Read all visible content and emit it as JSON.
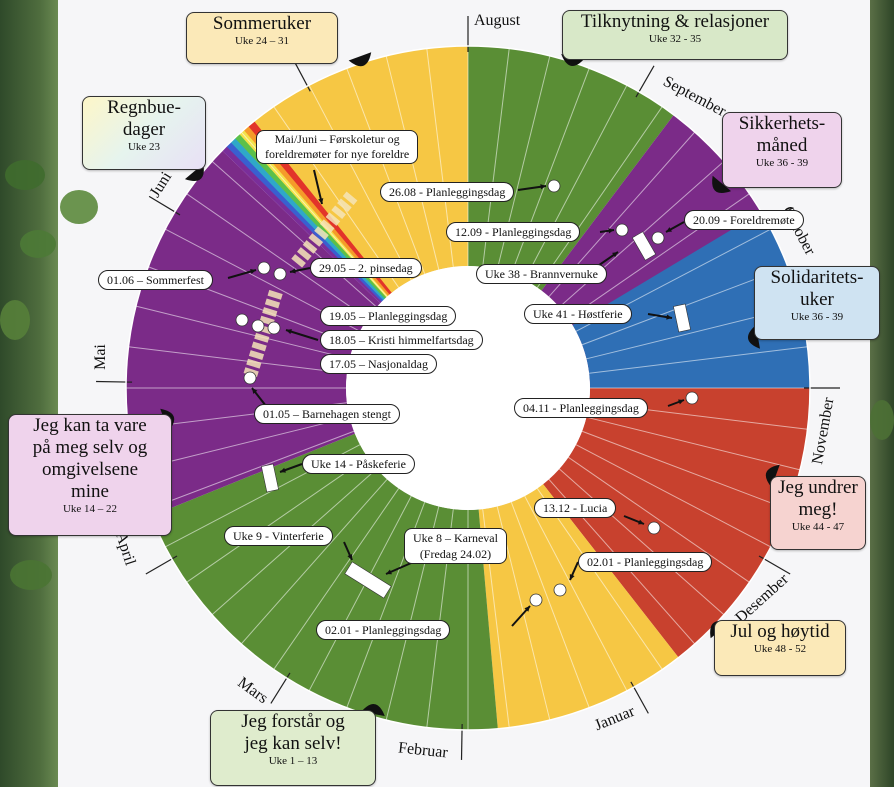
{
  "colors": {
    "yellow": "#f6c744",
    "green": "#5a8e35",
    "purple": "#7b2b88",
    "blue": "#2f6fb5",
    "red": "#c8412e",
    "rainbow": [
      "#7a2e9a",
      "#3a5fd0",
      "#2fa8c8",
      "#5cc04a",
      "#f4e24a",
      "#f59b2a",
      "#e2342a"
    ]
  },
  "months": {
    "august": "August",
    "september": "September",
    "oktober": "Oktober",
    "november": "November",
    "desember": "Desember",
    "januar": "Januar",
    "februar": "Februar",
    "mars": "Mars",
    "april": "April",
    "mai": "Mai",
    "juni": "Juni"
  },
  "themes": {
    "sommeruker": {
      "title": "Sommeruker",
      "weeks": "Uke 24 – 31"
    },
    "tilknytning": {
      "title": "Tilknytning & relasjoner",
      "weeks": "Uke 32 - 35"
    },
    "sikkerhet": {
      "title1": "Sikkerhets-",
      "title2": "måned",
      "weeks": "Uke 36 - 39"
    },
    "solidaritet": {
      "title1": "Solidaritets-",
      "title2": "uker",
      "weeks": "Uke 36 - 39"
    },
    "undrer": {
      "title1": "Jeg undrer",
      "title2": "meg!",
      "weeks": "Uke 44 - 47"
    },
    "jul": {
      "title": "Jul og høytid",
      "weeks": "Uke 48 - 52"
    },
    "forstar": {
      "title1": "Jeg forstår og",
      "title2": "jeg kan selv!",
      "weeks": "Uke 1 – 13"
    },
    "ta_vare": {
      "title1": "Jeg kan ta vare",
      "title2": "på meg selv og",
      "title3": "omgivelsene",
      "title4": "mine",
      "weeks": "Uke 14 – 22"
    },
    "regnbue": {
      "title1": "Regnbue-",
      "title2": "dager",
      "weeks": "Uke 23"
    }
  },
  "events": {
    "forskoletur": {
      "line1": "Mai/Juni – Førskoletur og",
      "line2": "foreldremøter for nye foreldre"
    },
    "plan_2608": "26.08 - Planleggingsdag",
    "plan_1209": "12.09 - Planleggingsdag",
    "foreldremote": "20.09 - Foreldremøte",
    "brannvernuke": "Uke 38 - Brannvernuke",
    "hostferie": "Uke 41 - Høstferie",
    "plan_0411": "04.11 - Planleggingsdag",
    "lucia": "13.12 - Lucia",
    "plan_0201_right": "02.01 - Planleggingsdag",
    "plan_0201_bottom": "02.01 - Planleggingsdag",
    "karneval": {
      "line1": "Uke 8 – Karneval",
      "line2": "(Fredag 24.02)"
    },
    "vinterferie": "Uke 9 - Vinterferie",
    "paskeferie": "Uke 14 - Påskeferie",
    "barnehagen_stengt": "01.05 – Barnehagen stengt",
    "nasjonaldag": "17.05 – Nasjonaldag",
    "kristi": "18.05 – Kristi himmelfartsdag",
    "plan_1905": "19.05 – Planleggingsdag",
    "pinsedag": "29.05 – 2. pinsedag",
    "sommerfest": "01.06 – Sommerfest"
  }
}
